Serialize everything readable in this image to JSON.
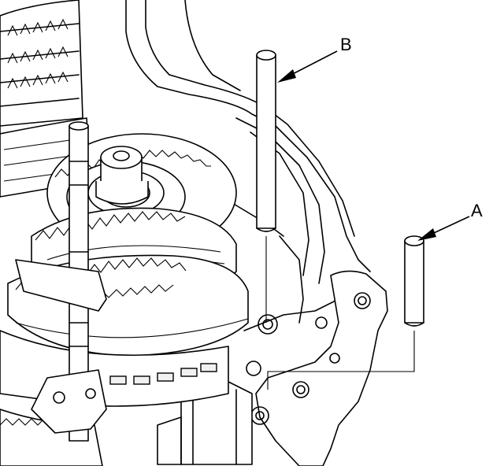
{
  "diagram": {
    "callouts": [
      {
        "id": "B",
        "label": "B"
      },
      {
        "id": "A",
        "label": "A"
      }
    ]
  }
}
